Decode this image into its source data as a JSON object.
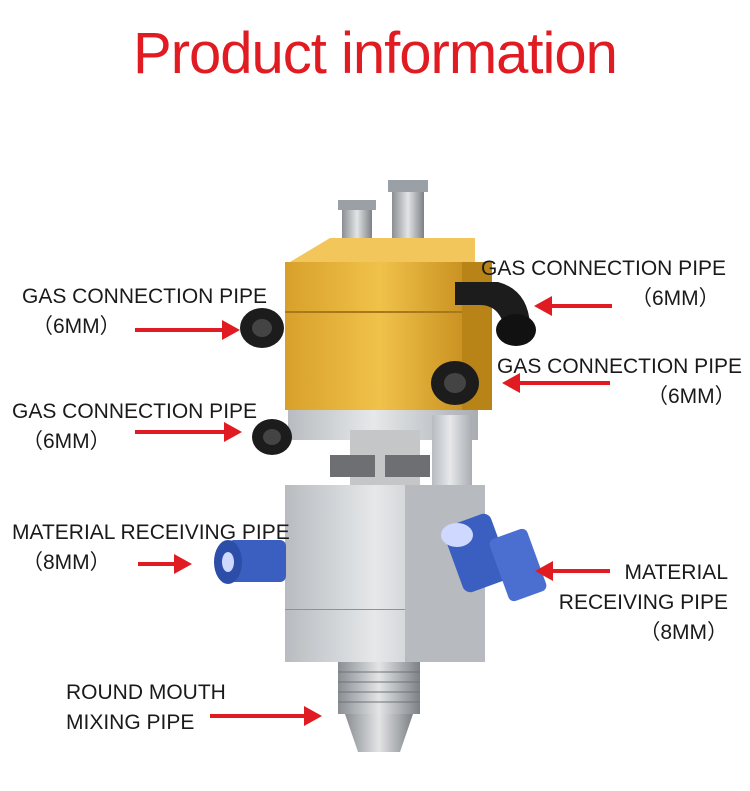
{
  "title": "Product information",
  "labels": {
    "gas_left_1": {
      "line1": "GAS CONNECTION PIPE",
      "line2": "（6MM）"
    },
    "gas_left_2": {
      "line1": "GAS CONNECTION PIPE",
      "line2": "（6MM）"
    },
    "gas_right_1": {
      "line1": "GAS CONNECTION PIPE",
      "line2": "（6MM）"
    },
    "gas_right_2": {
      "line1": "GAS CONNECTION PIPE",
      "line2": "（6MM）"
    },
    "material_left": {
      "line1": "MATERIAL RECEIVING PIPE",
      "line2": "（8MM）"
    },
    "material_right": {
      "line1": "MATERIAL",
      "line2": "RECEIVING PIPE",
      "line3": "（8MM）"
    },
    "mixing": {
      "line1": "ROUND MOUTH",
      "line2": "MIXING PIPE"
    }
  },
  "colors": {
    "title": "#e11b22",
    "arrow": "#e11b22",
    "gold_body": "#e0a82e",
    "aluminum": "#c9ccd0",
    "fitting_blue": "#3b5fc0",
    "fitting_black": "#1c1c1c"
  }
}
